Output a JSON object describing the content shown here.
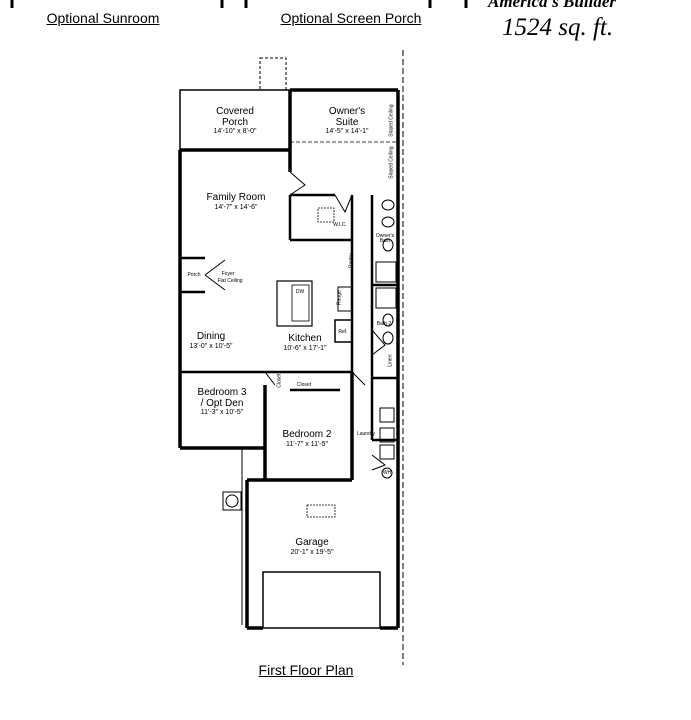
{
  "header": {
    "left_label": "Optional Sunroom",
    "right_label": "Optional Screen Porch",
    "brand": "America's Builder",
    "area": "1524 sq. ft."
  },
  "rooms": {
    "covered_porch": {
      "name1": "Covered",
      "name2": "Porch",
      "dims": "14'-10\" x 8'-0\""
    },
    "owners_suite": {
      "name1": "Owner's",
      "name2": "Suite",
      "dims": "14'-5\" x 14'-1\""
    },
    "family_room": {
      "name": "Family Room",
      "dims": "14'-7\" x 14'-6\""
    },
    "dining": {
      "name": "Dining",
      "dims": "13'-0\" x 10'-5\""
    },
    "kitchen": {
      "name": "Kitchen",
      "dims": "10'-6\" x 17'-1\""
    },
    "bedroom3": {
      "name1": "Bedroom 3",
      "name2": "/ Opt Den",
      "dims": "11'-3\" x 10'-5\""
    },
    "bedroom2": {
      "name": "Bedroom 2",
      "dims": "11'-7\" x 11'-5\""
    },
    "garage": {
      "name": "Garage",
      "dims": "20'-1\" x 19'-5\""
    }
  },
  "small_labels": {
    "porch": "Porch",
    "foyer": "Foyer",
    "flat_ceiling": "Flat Ceiling",
    "wic": "W.I.C.",
    "owners_bath1": "Owner's",
    "owners_bath2": "Bath",
    "pantry": "Pantry",
    "range": "Range",
    "ref": "Ref.",
    "bath2": "Bath 2",
    "linen": "Linen",
    "closet_a": "Closet",
    "closet_b": "Closet",
    "laundry": "Laundry",
    "dw": "DW",
    "sloped1": "Sloped Ceiling",
    "sloped2": "Sloped Ceiling",
    "wh": "WH"
  },
  "footer": {
    "caption": "First Floor Plan"
  }
}
